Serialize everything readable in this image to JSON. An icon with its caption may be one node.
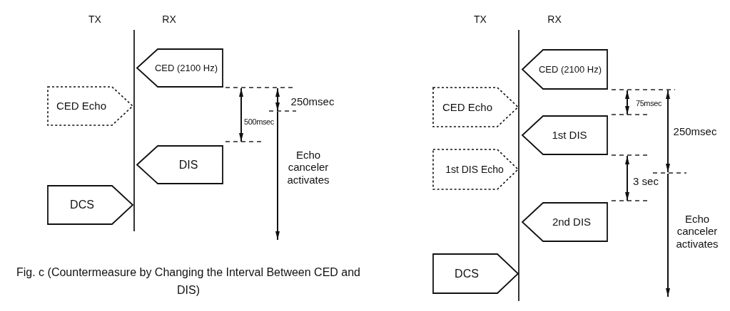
{
  "diagram": {
    "caption": "Fig. c (Countermeasure by Changing the Interval Between CED and DIS)",
    "nodes": [
      {
        "text": [
          "CED (2100 Hz)"
        ]
      },
      {
        "text": [
          "CED Echo"
        ]
      },
      {
        "text": [
          "DIS"
        ]
      },
      {
        "text": [
          "DCS"
        ]
      },
      {
        "text": [
          "CED (2100 Hz)"
        ]
      },
      {
        "text": [
          "CED Echo"
        ]
      },
      {
        "text": [
          "1st DIS"
        ]
      },
      {
        "text": [
          "1st DIS Echo"
        ]
      },
      {
        "text": [
          "2nd DIS"
        ]
      },
      {
        "text": [
          "DCS"
        ]
      }
    ],
    "labels": [
      "TX",
      "RX",
      "250msec",
      "500msec",
      "Echo canceler activates",
      "TX",
      "RX",
      "75msec",
      "250msec",
      "3 sec",
      "Echo canceler activates"
    ]
  }
}
